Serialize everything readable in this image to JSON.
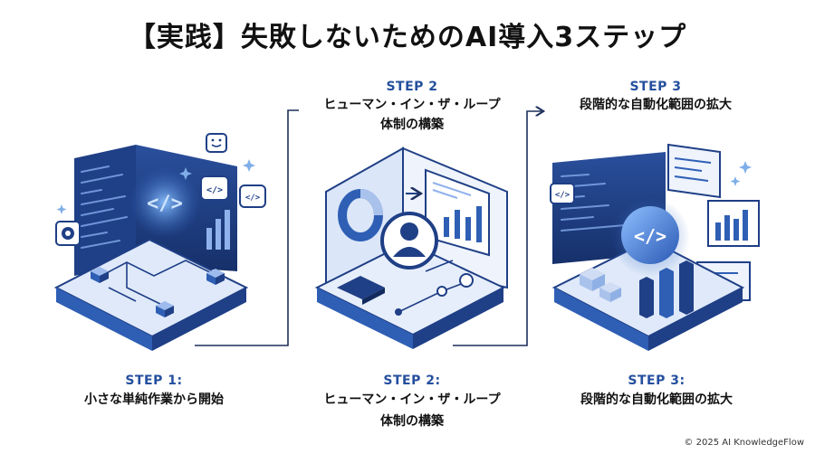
{
  "title": "【実践】失敗しないためのAI導入3ステップ",
  "steps": [
    {
      "bottom_label": "STEP 1:",
      "bottom_text": "小さな単純作業から開始"
    },
    {
      "top_label": "STEP 2",
      "top_text_line1": "ヒューマン・イン・ザ・ループ",
      "top_text_line2": "体制の構築",
      "bottom_label": "STEP 2:",
      "bottom_text_line1": "ヒューマン・イン・ザ・ループ",
      "bottom_text_line2": "体制の構築"
    },
    {
      "top_label": "STEP 3",
      "top_text": "段階的な自動化範囲の拡大",
      "bottom_label": "STEP 3:",
      "bottom_text": "段階的な自動化範囲の拡大"
    }
  ],
  "icons": {
    "code": "</>",
    "code_icon": "code-icon",
    "user_icon": "user-icon",
    "gear_icon": "gear-icon",
    "smiley_icon": "smiley-icon",
    "bar_chart_icon": "bar-chart-icon",
    "donut_chart_icon": "donut-chart-icon",
    "sparkle_icon": "sparkle-icon"
  },
  "colors": {
    "navy": "#1f3f86",
    "blue": "#2f5fb5",
    "light_blue": "#a9c2ec",
    "pale_blue": "#dde8f8",
    "glow": "#7fb7ff",
    "accent_text": "#244f9e"
  },
  "footer": {
    "copyright": "© 2025 AI KnowledgeFlow"
  }
}
